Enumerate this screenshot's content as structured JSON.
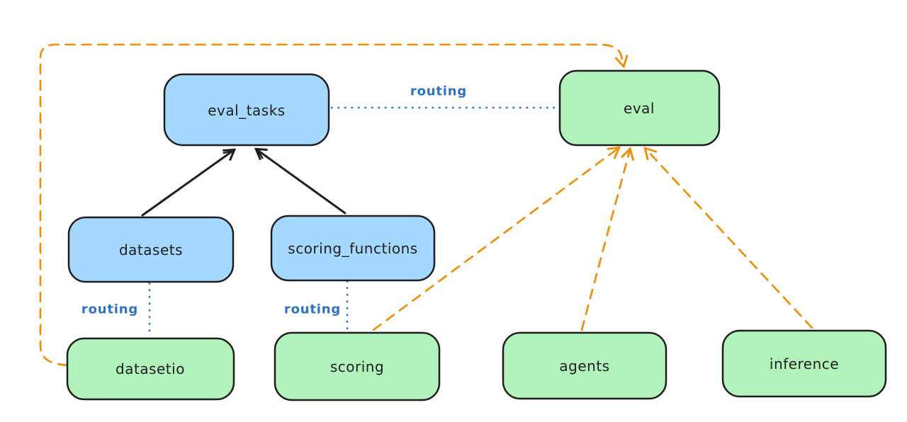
{
  "diagram": {
    "type": "architecture-diagram",
    "style": "excalidraw-hand-drawn",
    "background": "#ffffff",
    "colors": {
      "blue_node_fill": "#a5d8ff",
      "green_node_fill": "#b2f2bb",
      "node_border": "#1e1e1e",
      "solid_arrow": "#1e1e1e",
      "dashed_arrow_orange": "#f08c00",
      "routing_blue": "#2f72c4"
    },
    "nodes": [
      {
        "id": "eval_tasks",
        "label": "eval_tasks",
        "color": "blue"
      },
      {
        "id": "eval",
        "label": "eval",
        "color": "green"
      },
      {
        "id": "datasets",
        "label": "datasets",
        "color": "blue"
      },
      {
        "id": "scoring_functions",
        "label": "scoring_functions",
        "color": "blue"
      },
      {
        "id": "datasetio",
        "label": "datasetio",
        "color": "green"
      },
      {
        "id": "scoring",
        "label": "scoring",
        "color": "green"
      },
      {
        "id": "agents",
        "label": "agents",
        "color": "green"
      },
      {
        "id": "inference",
        "label": "inference",
        "color": "green"
      }
    ],
    "edges": [
      {
        "from": "datasets",
        "to": "eval_tasks",
        "style": "solid",
        "color": "black",
        "arrow": true,
        "label": ""
      },
      {
        "from": "scoring_functions",
        "to": "eval_tasks",
        "style": "solid",
        "color": "black",
        "arrow": true,
        "label": ""
      },
      {
        "from": "eval_tasks",
        "to": "eval",
        "style": "dotted",
        "color": "blue",
        "arrow": false,
        "label": "routing"
      },
      {
        "from": "datasets",
        "to": "datasetio",
        "style": "dotted",
        "color": "blue",
        "arrow": false,
        "label": "routing"
      },
      {
        "from": "scoring_functions",
        "to": "scoring",
        "style": "dotted",
        "color": "blue",
        "arrow": false,
        "label": "routing"
      },
      {
        "from": "datasetio",
        "to": "eval",
        "style": "dashed",
        "color": "orange",
        "arrow": true,
        "route": "around-left-and-top",
        "label": ""
      },
      {
        "from": "scoring",
        "to": "eval",
        "style": "dashed",
        "color": "orange",
        "arrow": true,
        "label": ""
      },
      {
        "from": "agents",
        "to": "eval",
        "style": "dashed",
        "color": "orange",
        "arrow": true,
        "label": ""
      },
      {
        "from": "inference",
        "to": "eval",
        "style": "dashed",
        "color": "orange",
        "arrow": true,
        "label": ""
      }
    ]
  }
}
